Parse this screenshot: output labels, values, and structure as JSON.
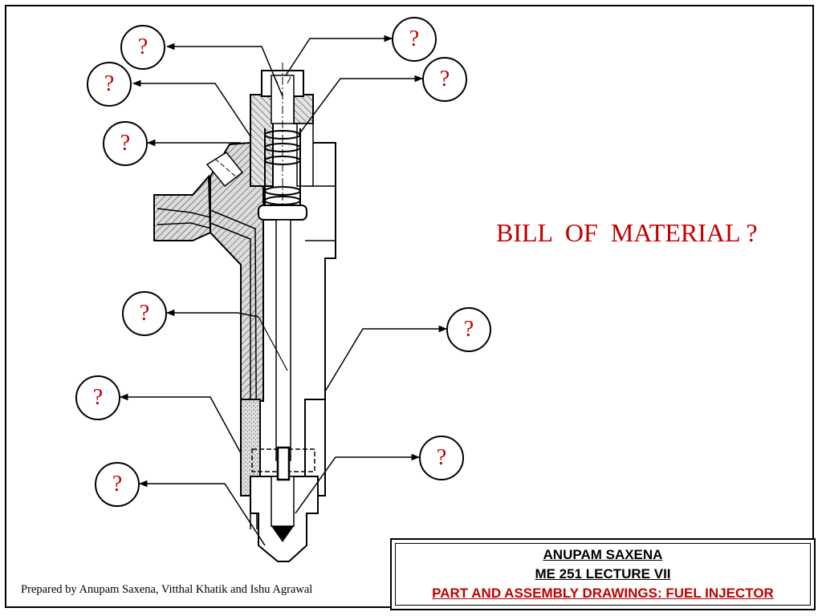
{
  "diagram": {
    "callout_symbol": "?",
    "callouts": [
      {
        "id": "1",
        "label": "?"
      },
      {
        "id": "2",
        "label": "?"
      },
      {
        "id": "3",
        "label": "?"
      },
      {
        "id": "4",
        "label": "?"
      },
      {
        "id": "5",
        "label": "?"
      },
      {
        "id": "6",
        "label": "?"
      },
      {
        "id": "7",
        "label": "?"
      },
      {
        "id": "8",
        "label": "?"
      },
      {
        "id": "9",
        "label": "?"
      },
      {
        "id": "10",
        "label": "?"
      }
    ]
  },
  "bill_of_material": "BILL  OF  MATERIAL ?",
  "footer": {
    "prepared_by": "Prepared by Anupam Saxena, Vitthal Khatik and Ishu Agrawal"
  },
  "title_block": {
    "author": "ANUPAM SAXENA",
    "course": "ME 251 LECTURE VII",
    "subject": "PART AND ASSEMBLY DRAWINGS: FUEL INJECTOR"
  },
  "colors": {
    "accent_red": "#c00000",
    "line": "#000000",
    "hatch_fill": "#cfcfcf"
  }
}
